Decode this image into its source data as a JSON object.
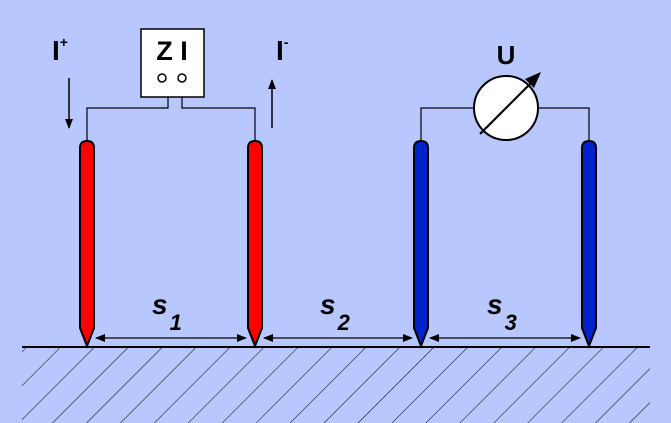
{
  "meter": {
    "label": "Z I"
  },
  "current": {
    "in_base": "I",
    "in_sup": "+",
    "out_base": "I",
    "out_sup": "-"
  },
  "voltmeter": {
    "label": "U"
  },
  "spacings": [
    {
      "base": "s",
      "sub": "1"
    },
    {
      "base": "s",
      "sub": "2"
    },
    {
      "base": "s",
      "sub": "3"
    }
  ],
  "colors": {
    "background": "#b8c8ff",
    "current_electrode": "#ff0000",
    "potential_electrode": "#0022cc",
    "lines": "#000000",
    "instrument_fill": "#ffffff"
  }
}
